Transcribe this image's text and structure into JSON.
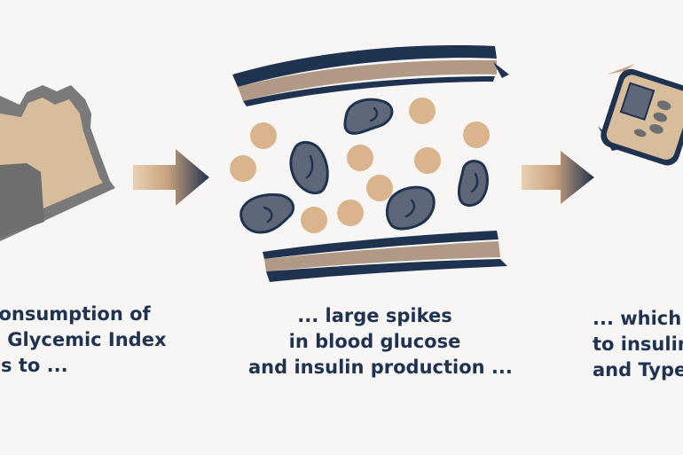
{
  "colors": {
    "background": "#f7f6f4",
    "navy": "#1f3350",
    "tan": "#d9b48c",
    "vessel_tan": "#b09a86",
    "cell_gray": "#5d6777",
    "dark_gray": "#6e6e6e"
  },
  "icons": {
    "step1": "bread-slice-icon",
    "step2": "blood-vessel-icon",
    "step3": "glucose-meter-icon",
    "arrow": "arrow-right-icon"
  },
  "captions": {
    "step1": [
      "consumption of",
      "h Glycemic Index",
      "ds to ..."
    ],
    "step2": [
      "... large spikes",
      "in blood glucose",
      "and insulin production ..."
    ],
    "step3": [
      "... which",
      "to insulin",
      "and Type"
    ]
  }
}
